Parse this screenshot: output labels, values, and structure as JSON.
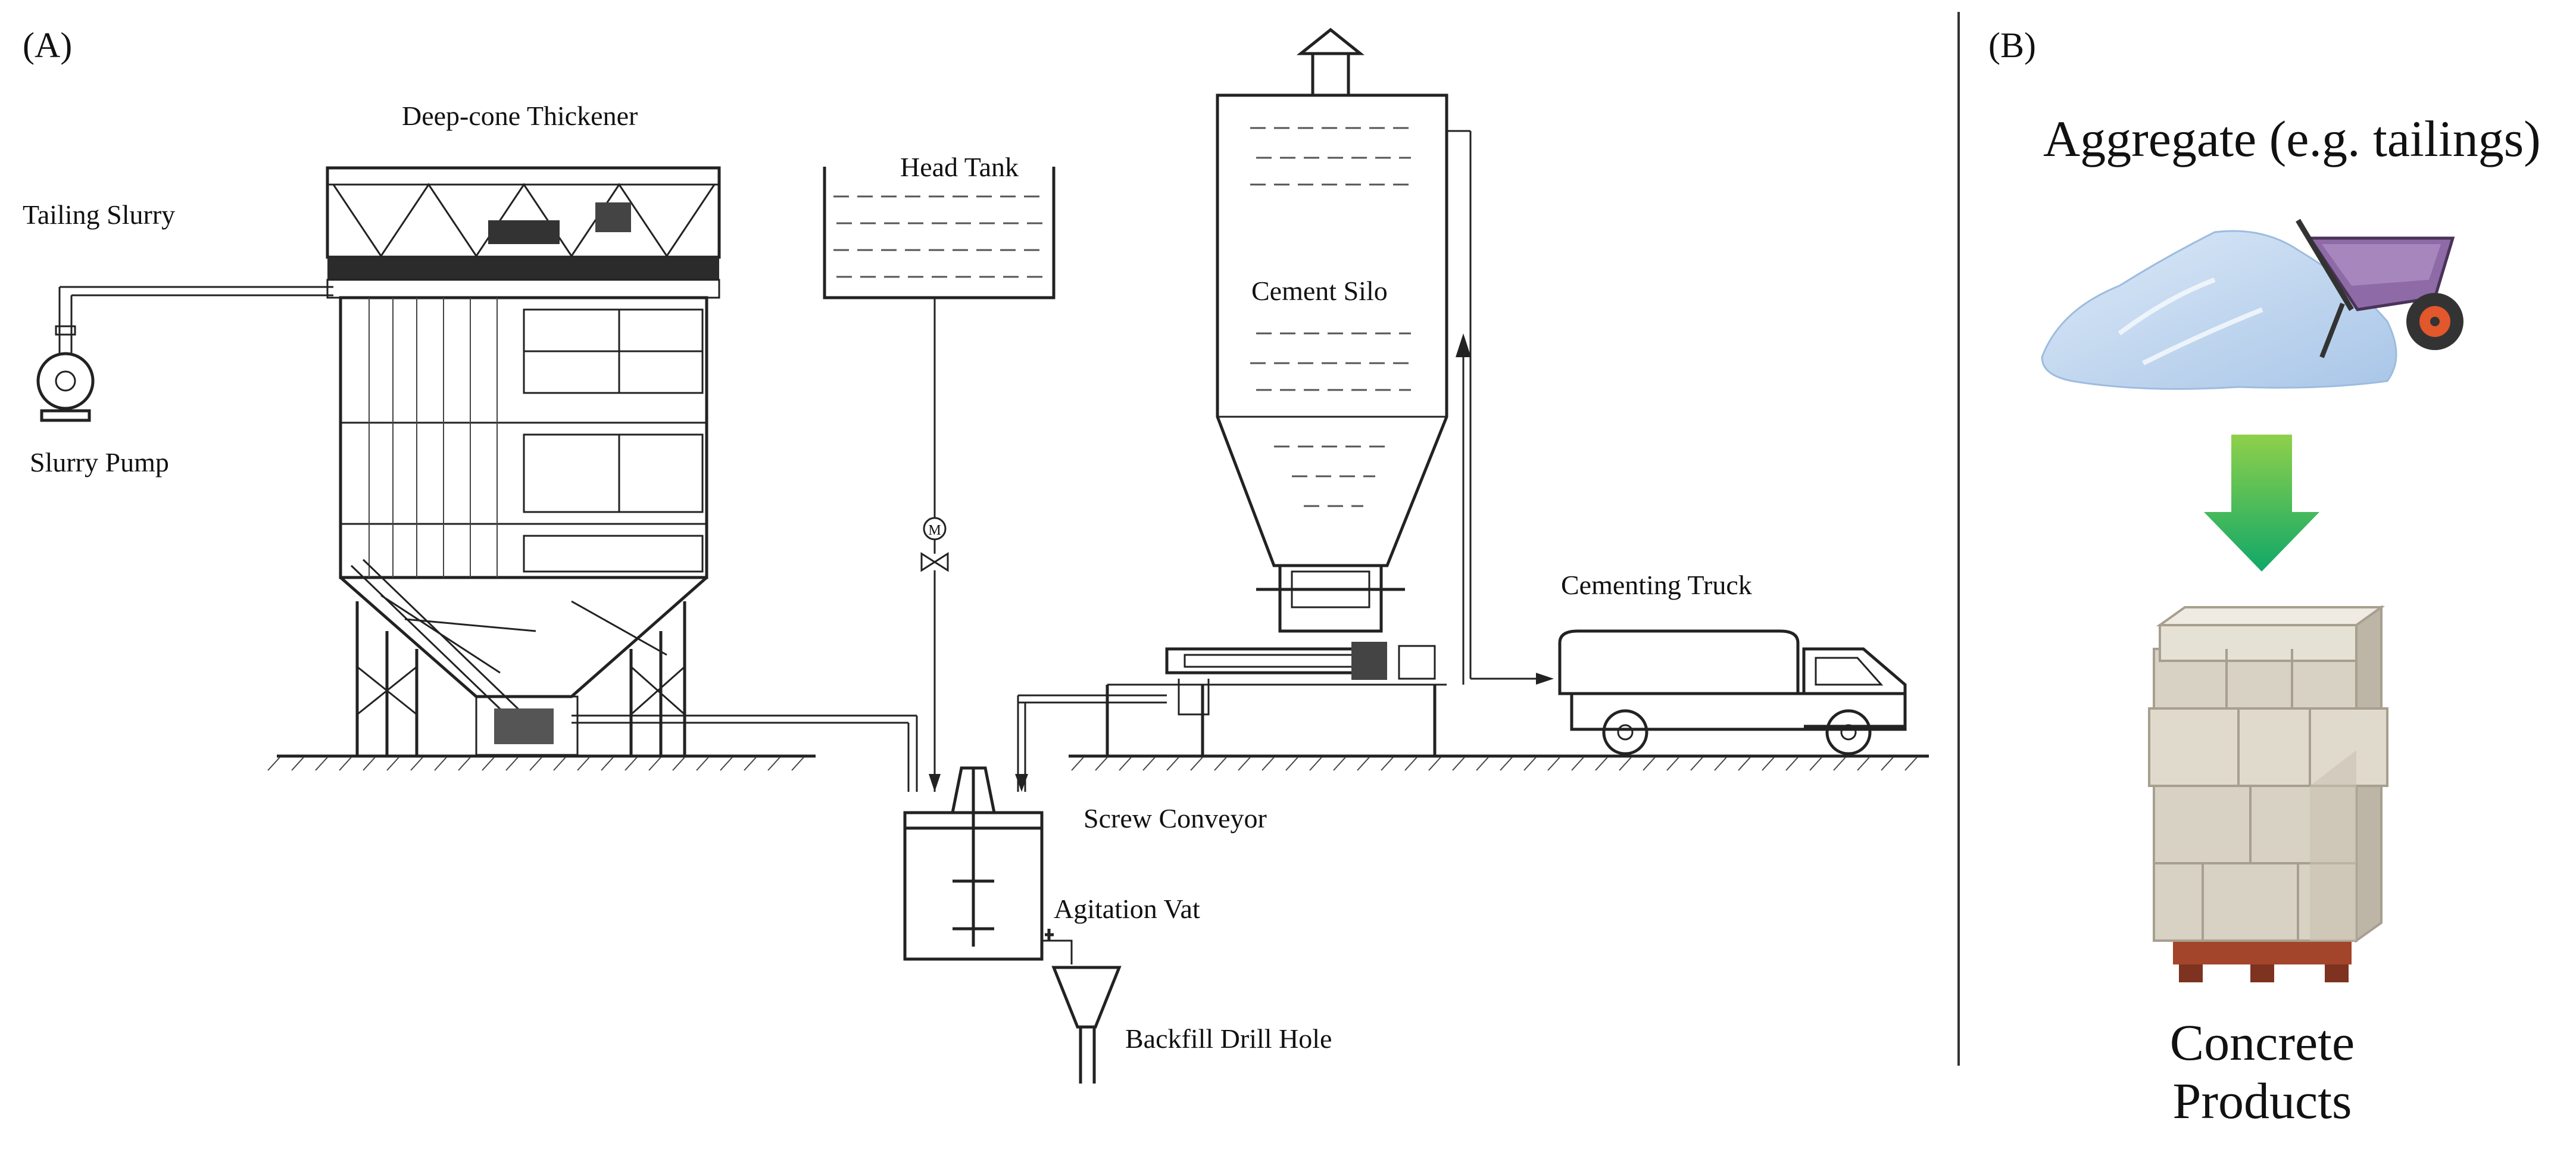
{
  "panel_a": {
    "tag": "(A)",
    "labels": {
      "deep_cone_thickener": "Deep-cone Thickener",
      "tailing_slurry": "Tailing Slurry",
      "slurry_pump": "Slurry Pump",
      "head_tank": "Head Tank",
      "cement_silo": "Cement Silo",
      "cementing_truck": "Cementing Truck",
      "screw_conveyor": "Screw Conveyor",
      "agitation_vat": "Agitation Vat",
      "backfill_drill_hole": "Backfill Drill Hole",
      "motor_mark": "M"
    }
  },
  "panel_b": {
    "tag": "(B)",
    "aggregate_label": "Aggregate (e.g. tailings)",
    "product_label_line1": "Concrete",
    "product_label_line2": "Products",
    "colors": {
      "arrow_top": "#8fd04a",
      "arrow_bottom": "#10a868",
      "pile": "#b9d3ee",
      "blocks": "#d8d2c4",
      "pallet": "#a3452a",
      "barrow_tray": "#8e6aa6",
      "barrow_wheel": "#e2572b"
    }
  }
}
